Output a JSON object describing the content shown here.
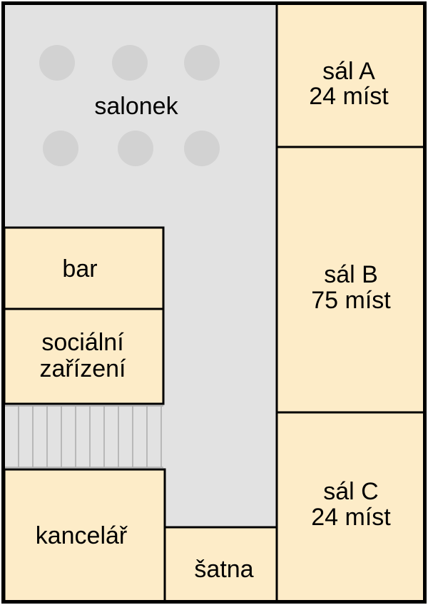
{
  "colors": {
    "room_fill": "#fdecc8",
    "corridor_fill": "#e2e2e2",
    "wall": "#000000",
    "table": "#d2d2d2",
    "stairs_line": "#aaaaaa"
  },
  "rooms": {
    "sal_a": {
      "name": "sál A",
      "capacity": "24 míst"
    },
    "sal_b": {
      "name": "sál B",
      "capacity": "75 míst"
    },
    "sal_c": {
      "name": "sál C",
      "capacity": "24 míst"
    },
    "salonek": {
      "name": "salonek"
    },
    "bar": {
      "name": "bar"
    },
    "restrooms": {
      "line1": "sociální",
      "line2": "zařízení"
    },
    "office": {
      "name": "kancelář"
    },
    "cloakroom": {
      "name": "šatna"
    }
  },
  "icons": {
    "table": "round-table-icon",
    "stairs": "stairs-icon"
  }
}
